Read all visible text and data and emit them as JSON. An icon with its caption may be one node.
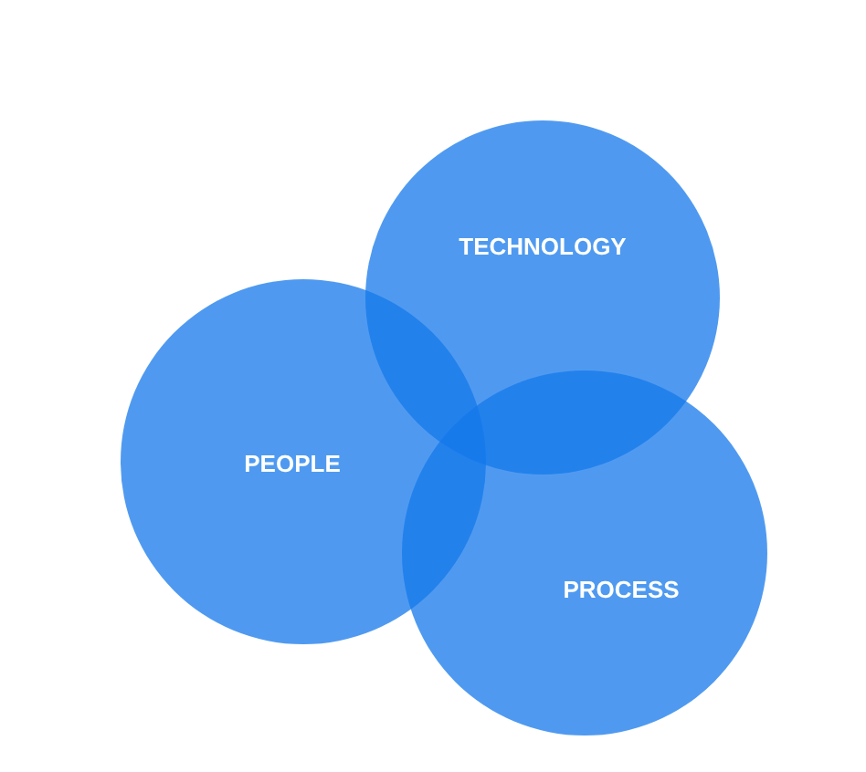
{
  "diagram": {
    "nodes": [
      {
        "text": [
          "TECHNOLOGY"
        ]
      },
      {
        "text": [
          "PEOPLE"
        ]
      },
      {
        "text": [
          "PROCESS"
        ]
      }
    ]
  }
}
